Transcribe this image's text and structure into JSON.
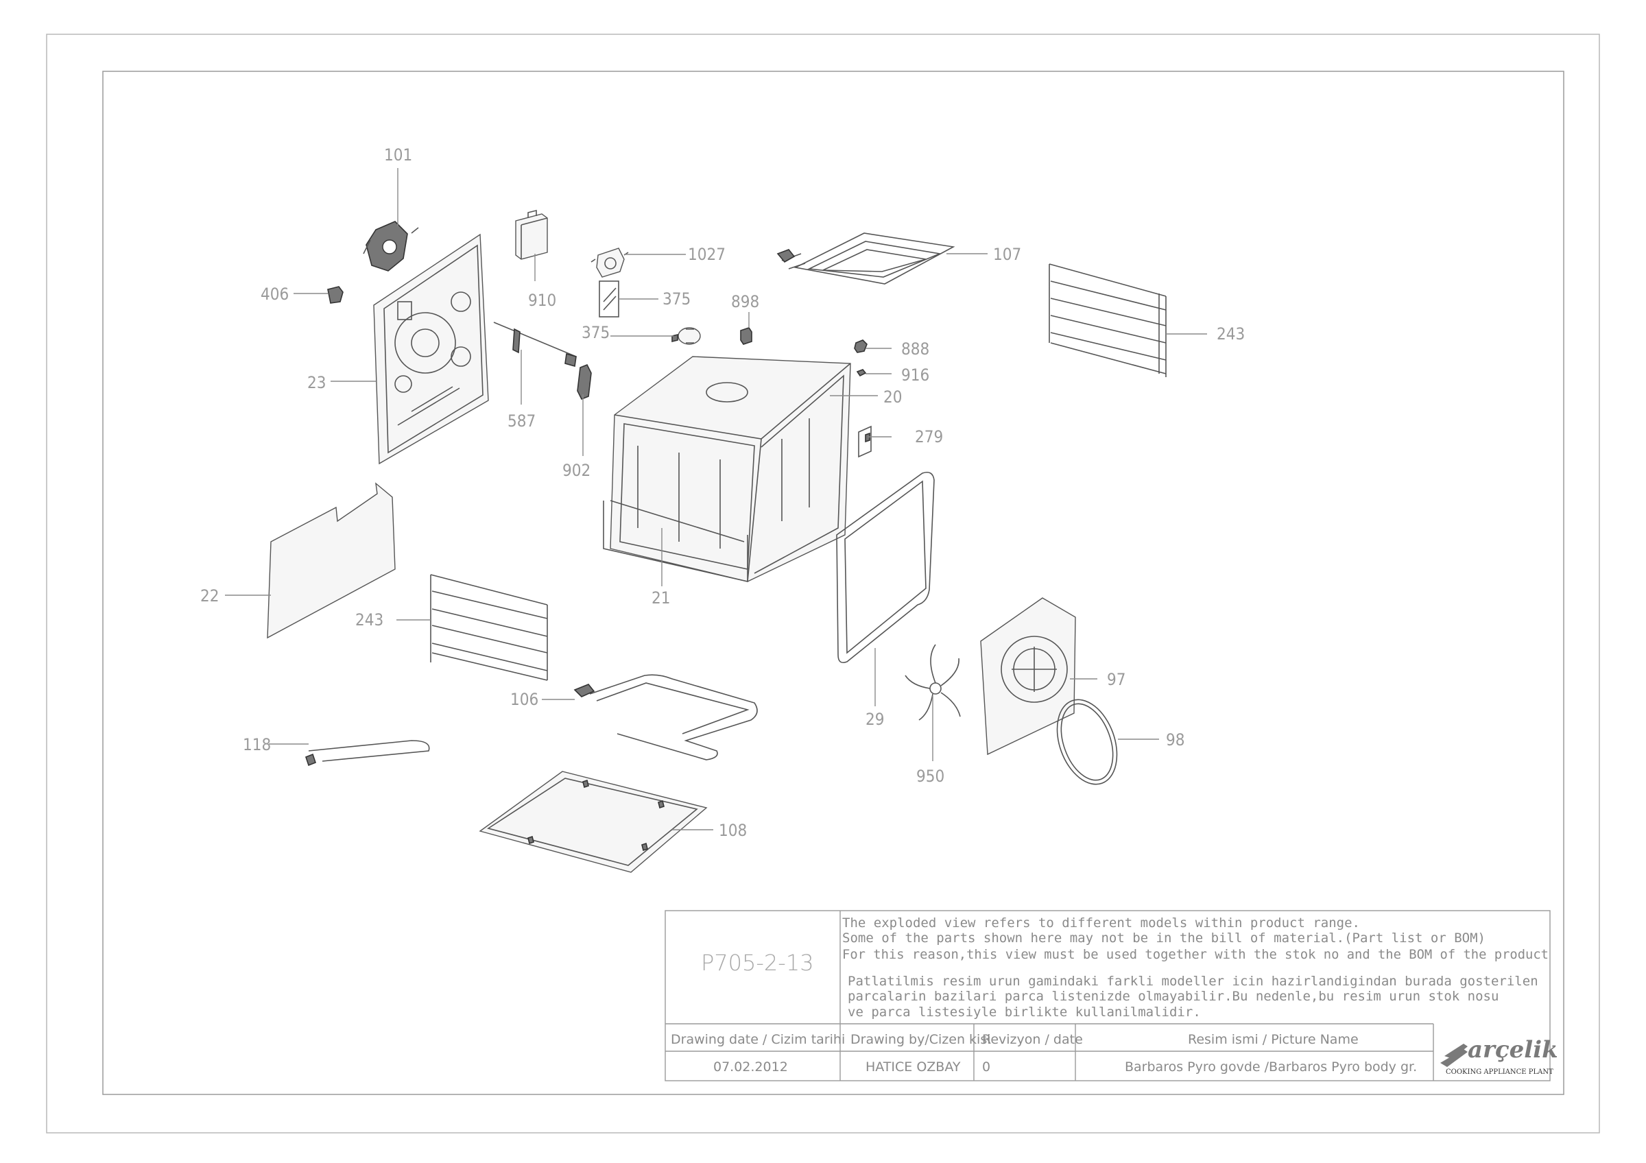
{
  "drawing": {
    "code": "P705-2-13",
    "notes_en": [
      "The exploded view refers to different models within product range.",
      "Some of the parts shown here may not be in the bill of material.(Part list or BOM)",
      "For this reason,this view must be used together with the stok no and the BOM of the product"
    ],
    "notes_tr": [
      "Patlatilmis resim urun gamindaki farkli modeller icin hazirlandigindan burada gosterilen",
      "parcalarin bazilari parca listenizde olmayabilir.Bu nedenle,bu resim urun stok nosu",
      "ve parca listesiyle birlikte kullanilmalidir."
    ],
    "headers": {
      "date": "Drawing date / Cizim tarihi",
      "by": "Drawing by/Cizen kisi",
      "revision": "Revizyon / date",
      "picture": "Resim ismi / Picture Name"
    },
    "values": {
      "date": "07.02.2012",
      "by": "HATICE OZBAY",
      "revision": "0",
      "picture": "Barbaros Pyro govde /Barbaros Pyro body gr."
    },
    "brand": "arçelik",
    "plant": "COOKING APPLIANCE PLANT"
  },
  "callouts": {
    "c101": "101",
    "c406": "406",
    "c23": "23",
    "c910": "910",
    "c1027": "1027",
    "c375a": "375",
    "c375b": "375",
    "c898": "898",
    "c107": "107",
    "c243a": "243",
    "c888": "888",
    "c916": "916",
    "c20": "20",
    "c279": "279",
    "c587": "587",
    "c902": "902",
    "c22": "22",
    "c243b": "243",
    "c21": "21",
    "c106": "106",
    "c118": "118",
    "c29": "29",
    "c97": "97",
    "c98": "98",
    "c950": "950",
    "c108": "108"
  }
}
